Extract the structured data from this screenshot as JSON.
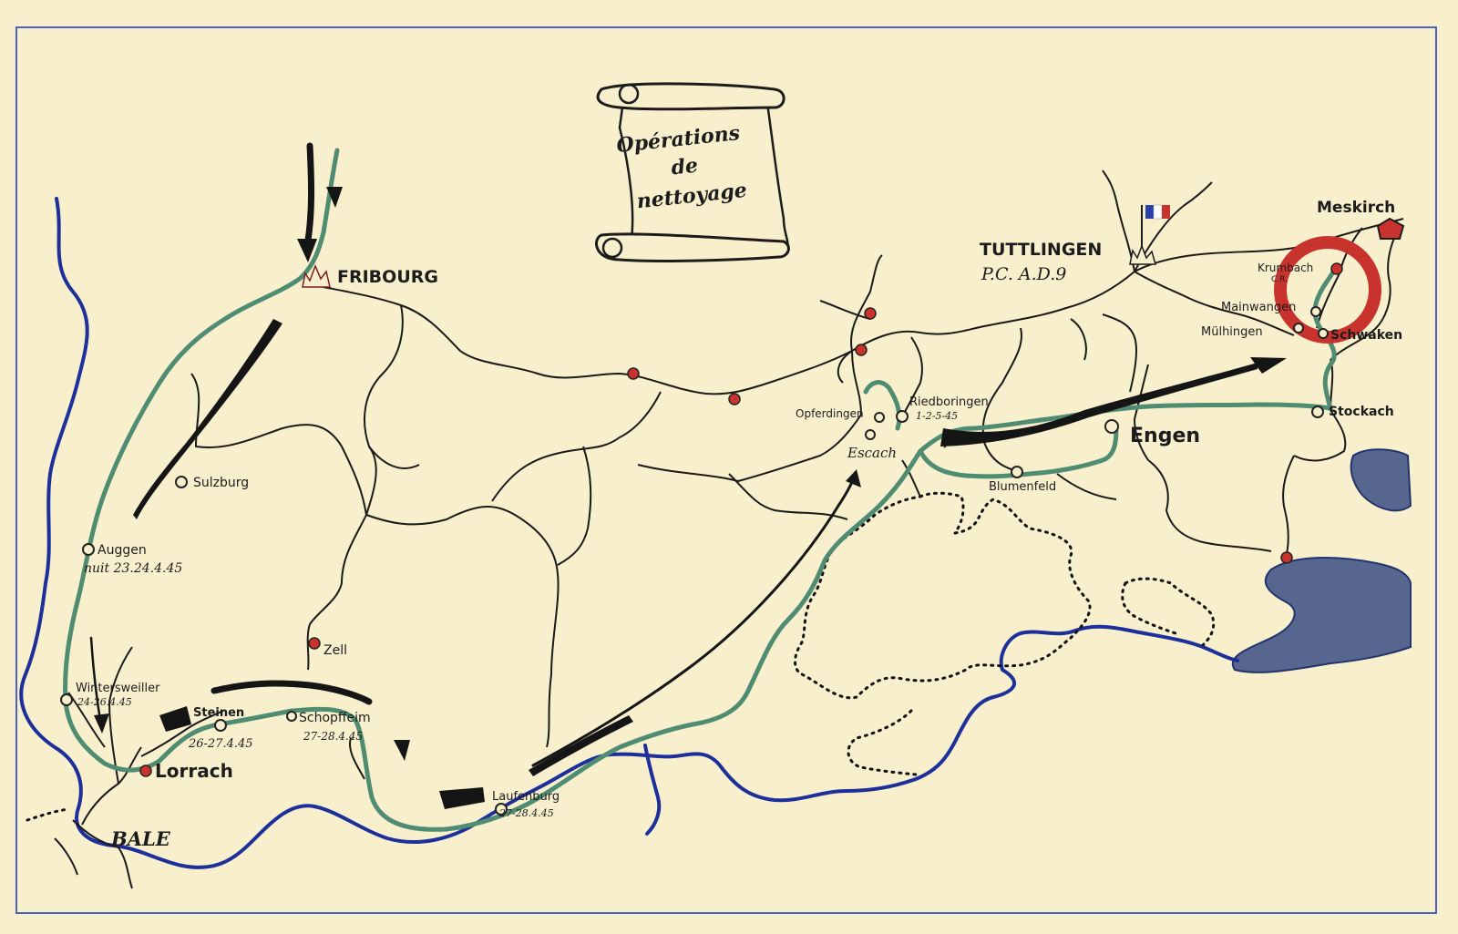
{
  "title": {
    "line1": "Opérations",
    "line2": "de",
    "line3": "nettoyage"
  },
  "hq": {
    "name": "TUTTLINGEN",
    "sub": "P.C. A.D.9"
  },
  "places": {
    "fribourg": "FRIBOURG",
    "sulzburg": "Sulzburg",
    "auggen": "Auggen",
    "auggen_date": "nuit 23.24.4.45",
    "wintersweiller": "Wintersweiller",
    "wintersweiller_date": "24-26.4.45",
    "steinen": "Steinen",
    "steinen_date": "26-27.4.45",
    "schopffeim": "Schopffeim",
    "schopffeim_date": "27-28.4.45",
    "zell": "Zell",
    "lorrach": "Lorrach",
    "bale": "BALE",
    "laufenburg": "Laufenburg",
    "laufenburg_date": "27-28.4.45",
    "opferdingen": "Opferdingen",
    "riedboringen": "Riedboringen",
    "riedboringen_date": "1-2-5-45",
    "escach": "Escach",
    "blumenfeld": "Blumenfeld",
    "engen": "Engen",
    "stockach": "Stockach",
    "meskirch": "Meskirch",
    "krumbach": "Krumbach",
    "krumbach_note": "C.R.",
    "mainwangen": "Mainwangen",
    "mulhingen": "Mülhingen",
    "schwaken": "Schwaken"
  },
  "colors": {
    "paper": "#f8efcd",
    "river": "#1d2f9a",
    "route": "#4f8c72",
    "objective_circle": "#c9332d",
    "lake": "#56668f"
  },
  "icons": [
    "scroll-banner-icon",
    "flag-icon",
    "town-icon",
    "pentagon-marker-icon"
  ]
}
